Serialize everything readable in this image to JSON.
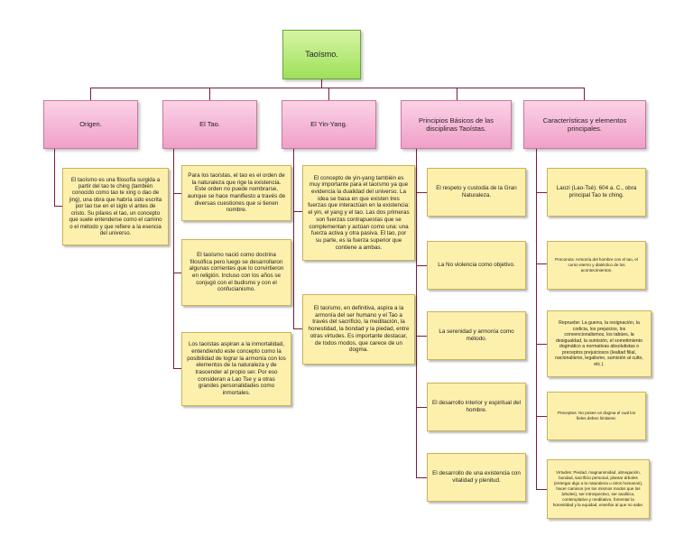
{
  "root": {
    "label": "Taoísmo."
  },
  "categories": [
    {
      "label": "Origen."
    },
    {
      "label": "El Tao."
    },
    {
      "label": "El Yin-Yang."
    },
    {
      "label": "Principios Básicos de las disciplinas Taoístas."
    },
    {
      "label": "Características y elementos principales."
    }
  ],
  "origen": {
    "items": [
      "El taoísmo es una filosofía surgida a partir del tao te ching (también conocido como tao te xing o dao de jing), una obra que habría sido escrita por lao tse en el siglo vi antes de cristo. Su pilares el tao, un concepto que suele entenderse como el camino o el método y que refiere a la esencia del universo."
    ]
  },
  "tao": {
    "items": [
      "Para los taoístas, el tao es el orden de la naturaleza que rige la existencia. Este orden no puede nombrarse, aunque se hace manifiesto a través de diversas cuestiones que si tienen nombre.",
      "El taoísmo nació como doctrina filosófica pero luego se desarrollaron algunas corrientes que lo convirtieron en religión. Incluso con los años se conjugó con el budismo y con el confucianismo.",
      "Los taoístas aspiran a la inmortalidad, entendiendo este concepto como la posibilidad de lograr la armonía con los elementos de la naturaleza y de trascender al propio ser. Por eso consideran a Lao Tse y a otras grandes personalidades como inmortales."
    ]
  },
  "yinyang": {
    "items": [
      "El concepto de yin-yang también es muy importante para el taoísmo ya que evidencia la dualidad del universo. La idea se basa en que existen tres fuerzas que interactúan en la existencia: el yin, el yang y el tao. Las dos primeras son fuerzas contrapuestas que se complementan y actúan como una: una fuerza activa y otra pasiva. El tao, por su parte, es la fuerza superior que contiene a ambas.",
      "El taoísmo, en definitiva, aspira a la armonía del ser humano y el Tao a través del sacrificio, la meditación, la honestidad, la bondad y la piedad, entre otras virtudes. Es importante destacar, de todos modos, que carece de un dogma."
    ]
  },
  "principios": {
    "items": [
      "El respeto y custodia de la Gran Naturaleza.",
      "La No violencia como objetivo.",
      "La serenidad y armonía como método.",
      "El desarrollo interior y espiritual del hombre.",
      "El desarrollo de una existencia con vitalidad y plenitud."
    ]
  },
  "caracteristicas": {
    "items": [
      "Laozi (Lao-Tsé): 604 a. C., obra principal Tao te ching.",
      "Preconiza: Armonía del hombre con el tao, el curso eterno y dialéctico de los acontecimientos.",
      "Repruebe: La guerra, la resignación, la codicia, los prejuicios, los convencionalismos, los tabúes, la desigualdad, la sumisión, el sometimiento dogmático a normativas absolutistas o preceptos prejuiciosos (lealtad filial, nacionalismo, legalismo, sumisión al culto, etc.).",
      "Preceptos: No posee un dogma el cual los fieles deben limitarse.",
      "Virtudes: Piedad, magnanimidad, abnegación, bondad, sacrificio personal, plantar árboles (entregar algo a la naturaleza u otros humanos), hacer caminos (en los mismos modos que los árboles), ser introspectivo, ser analítico, contemplativo y meditativo, fomentar la honestidad y la equidad, enseñar al que no sabe."
    ]
  },
  "colors": {
    "root": "#9ee05a",
    "category": "#f0a0c8",
    "leaf": "#fdf0ad",
    "connector": "#7b1c3a"
  }
}
